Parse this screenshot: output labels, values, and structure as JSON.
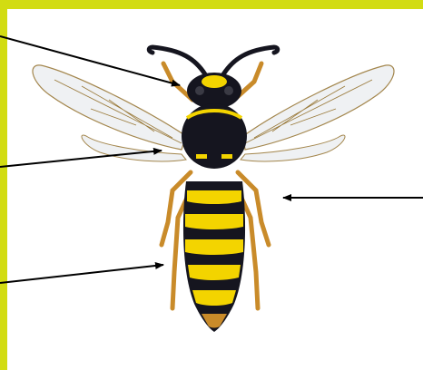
{
  "colors": {
    "frame": "#d2dc12",
    "arrow": "#000000",
    "abdomen_yellow": "#f3d400",
    "body_black": "#15151f",
    "leg_orange": "#c98b2a",
    "wing_vein": "#9a7a3a",
    "wing_fill": "#eef0f2"
  },
  "subject": {
    "icon": "wasp-icon"
  },
  "pointers": [
    {
      "target": "antenna / head",
      "icon": "arrow-line"
    },
    {
      "target": "wing",
      "icon": "arrow-line"
    },
    {
      "target": "abdomen",
      "icon": "arrow-line"
    },
    {
      "target": "leg",
      "icon": "arrow-line"
    }
  ]
}
